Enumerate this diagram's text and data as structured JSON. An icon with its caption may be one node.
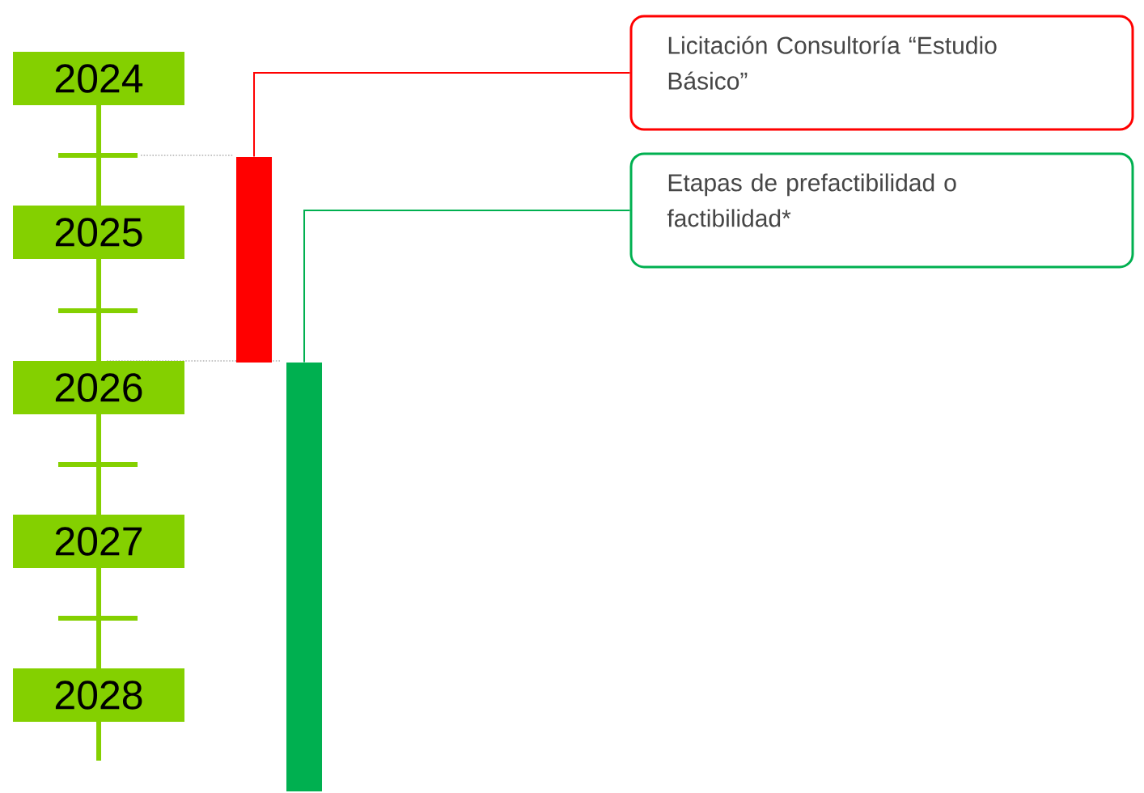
{
  "diagram": {
    "nodes": [
      {
        "text": [
          "2024"
        ]
      },
      {
        "text": [
          "2025"
        ]
      },
      {
        "text": [
          "2026"
        ]
      },
      {
        "text": [
          "2027"
        ]
      },
      {
        "text": [
          "2028"
        ]
      },
      {
        "text": [],
        "shape": "bar"
      },
      {
        "text": [],
        "shape": "bar"
      },
      {
        "text": [
          "Licitación Consultoría “Estudio Básico”"
        ]
      },
      {
        "text": [
          "Etapas de prefactibilidad o factibilidad*"
        ]
      }
    ],
    "edges": [
      {
        "from": 7,
        "to": 5,
        "arrow": "none",
        "color": "#ff0000"
      },
      {
        "from": 8,
        "to": 6,
        "arrow": "none",
        "color": "#00b050"
      }
    ]
  }
}
